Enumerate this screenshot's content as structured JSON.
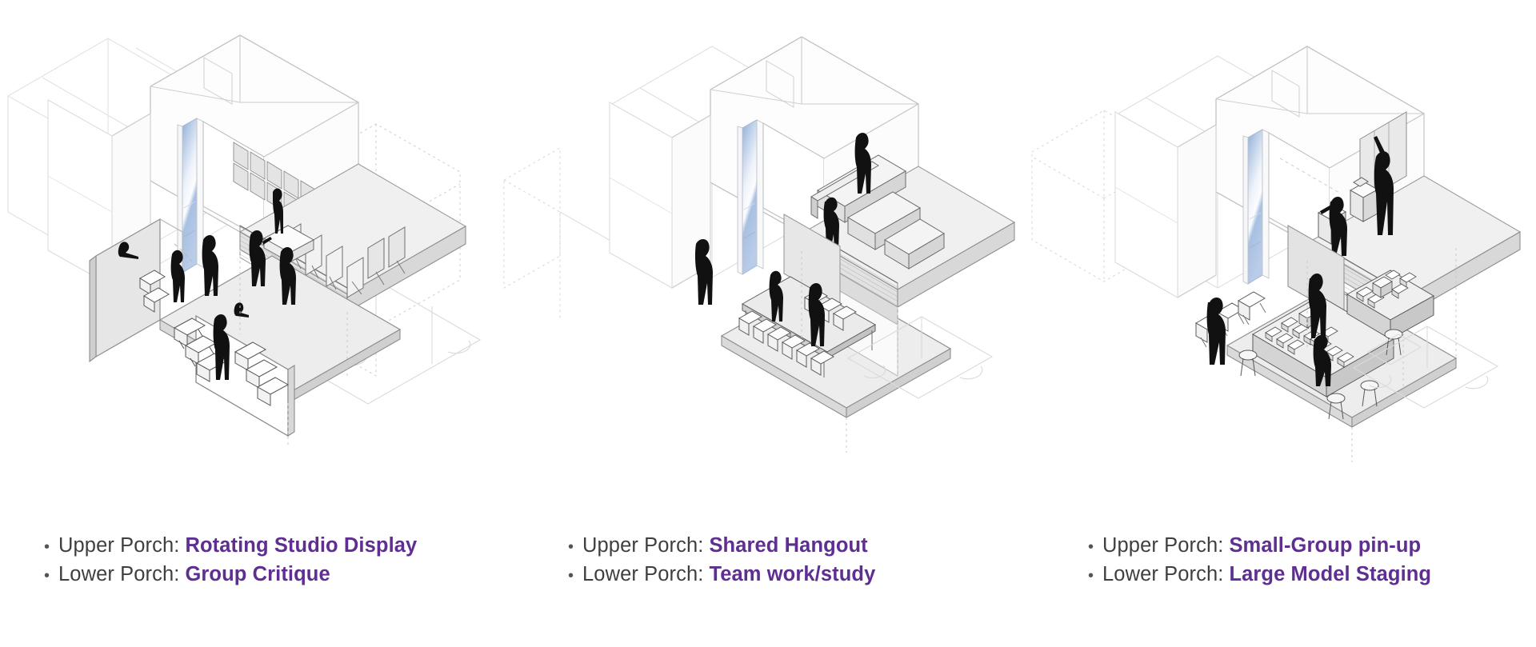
{
  "diagram": {
    "type": "axonometric-architectural-diagram",
    "title_visible": false,
    "panel_count": 3,
    "bullet_glyph": "•",
    "colors": {
      "accent_purple": "#5e2e91",
      "label_gray": "#3f3f3f",
      "bullet_gray": "#555555",
      "line_dark": "#2b2b2b",
      "line_mid": "#8a8a8a",
      "line_light": "#d2d2d2",
      "line_ghost": "#e6e6e6",
      "fill_floor": "#ececec",
      "fill_wall": "#f7f7f7",
      "fill_panel": "#dcdcdc",
      "glass_blue": "#8fafd8",
      "glass_blue_pale": "#c9d9ee",
      "silhouette": "#111111",
      "background": "#ffffff"
    }
  },
  "panels": [
    {
      "id": "panel-1",
      "scenario": "studio-display-and-critique",
      "upper_porch": {
        "label": "Upper Porch:",
        "value": "Rotating Studio Display",
        "elements": [
          "display-panel-grid",
          "pin-up-boards",
          "mesh-railing",
          "standing-figure",
          "easel-partitions"
        ],
        "figure_count": 1
      },
      "lower_porch": {
        "label": "Lower Porch:",
        "value": "Group Critique",
        "elements": [
          "presentation-wall",
          "audience-chairs",
          "standing-figures",
          "seated-figure"
        ],
        "figure_count": 6
      }
    },
    {
      "id": "panel-2",
      "scenario": "hangout-and-teamwork",
      "upper_porch": {
        "label": "Upper Porch:",
        "value": "Shared Hangout",
        "elements": [
          "lounge-sofa",
          "ottoman-blocks",
          "mesh-railing",
          "standing-figures"
        ],
        "figure_count": 2
      },
      "lower_porch": {
        "label": "Lower Porch:",
        "value": "Team work/study",
        "elements": [
          "long-work-table",
          "row-of-chairs",
          "standing-figures",
          "seated-figure"
        ],
        "figure_count": 3
      }
    },
    {
      "id": "panel-3",
      "scenario": "pinup-and-model-staging",
      "upper_porch": {
        "label": "Upper Porch:",
        "value": "Small-Group pin-up",
        "elements": [
          "pin-up-board-wall",
          "model-pedestals",
          "mesh-railing",
          "figure-reaching-up",
          "walking-figure"
        ],
        "figure_count": 2
      },
      "lower_porch": {
        "label": "Lower Porch:",
        "value": "Large Model Staging",
        "elements": [
          "model-staging-tables",
          "architectural-models",
          "stools",
          "chairs",
          "standing-figures"
        ],
        "figure_count": 3
      }
    }
  ]
}
